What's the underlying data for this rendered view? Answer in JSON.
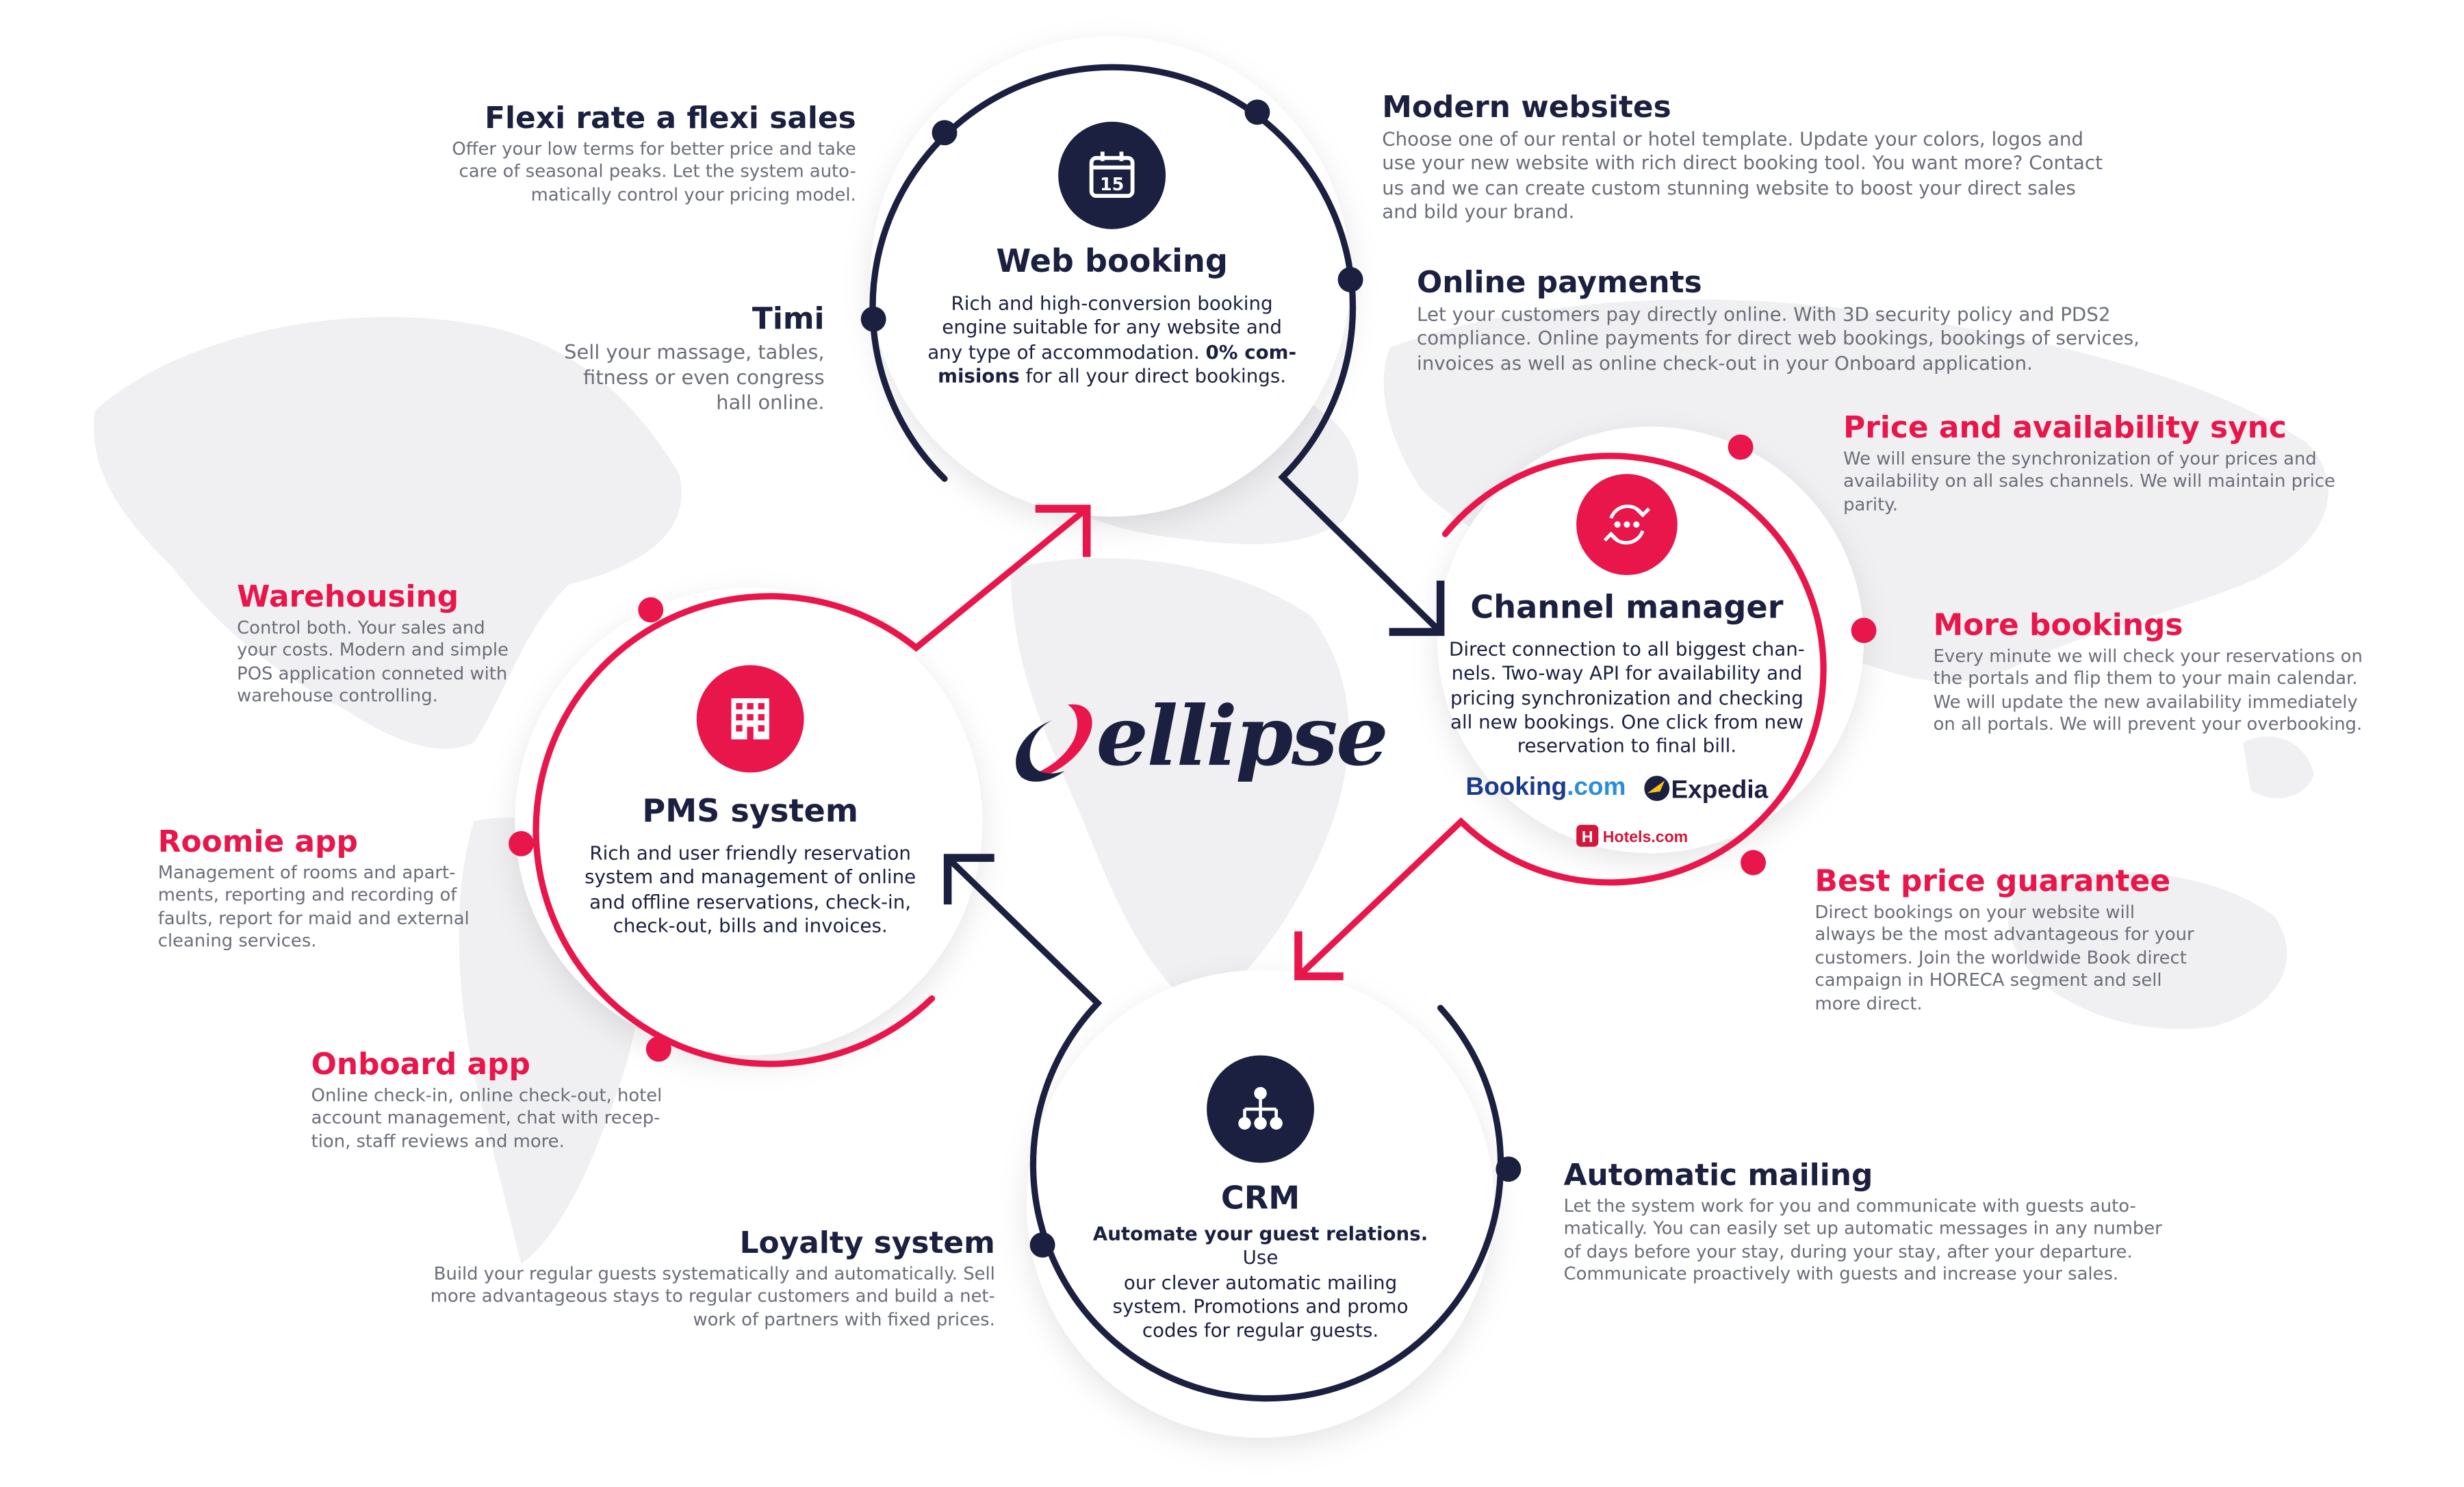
{
  "brand": {
    "name": "ellipse"
  },
  "hubs": {
    "web_booking": {
      "title": "Web booking",
      "icon": "calendar-icon",
      "calendar_day": "15",
      "desc_1": "Rich and high-conversion booking",
      "desc_2": "engine suitable for any website and",
      "desc_3a": "any type of accommodation. ",
      "desc_3b": "0% com-",
      "desc_4a": "misions",
      "desc_4b": " for all your direct bookings."
    },
    "channel_manager": {
      "title": "Channel manager",
      "icon": "sync-icon",
      "desc_1": "Direct connection to all biggest chan-",
      "desc_2": "nels. Two-way API for availability and",
      "desc_3": "pricing synchronization and checking",
      "desc_4": "all new bookings. One click from new",
      "desc_5": "reservation to final bill."
    },
    "pms": {
      "title": "PMS system",
      "icon": "hotel-building-icon",
      "desc_1": "Rich and user friendly reservation",
      "desc_2": "system and management of online",
      "desc_3": "and offline reservations, check-in,",
      "desc_4": "check-out, bills and invoices."
    },
    "crm": {
      "title": "CRM",
      "icon": "org-chart-icon",
      "desc_1a": "Automate your guest relations.",
      "desc_1b": " Use",
      "desc_2": "our clever automatic mailing",
      "desc_3": "system. Promotions and promo",
      "desc_4": "codes for regular guests."
    }
  },
  "partners": {
    "booking_a": "Booking",
    "booking_b": ".com",
    "expedia": "Expedia",
    "hotels": "Hotels.com"
  },
  "features": {
    "flexi": {
      "title": "Flexi rate a flexi sales",
      "l1": "Offer your low terms for better price and take",
      "l2": "care of seasonal peaks. Let the system auto-",
      "l3": "matically control your pricing model."
    },
    "timi": {
      "title": "Timi",
      "l1": "Sell your massage, tables,",
      "l2": "fitness or even congress",
      "l3": "hall online."
    },
    "websites": {
      "title": "Modern websites",
      "l1": "Choose one of our rental or hotel template. Update your colors, logos and",
      "l2": "use your new website with rich direct booking tool. You want more? Contact",
      "l3": "us and we can create custom stunning website to boost your direct sales",
      "l4": "and bild your brand."
    },
    "payments": {
      "title": "Online payments",
      "l1": "Let your customers pay directly online. With 3D security policy and PDS2",
      "l2": "compliance. Online payments for direct web bookings, bookings of services,",
      "l3": "invoices as well as online check-out in your Onboard application."
    },
    "price_sync": {
      "title": "Price and availability sync",
      "l1": "We will ensure the synchronization of your prices and",
      "l2": "availability on all sales channels. We will maintain price",
      "l3": "parity."
    },
    "more_bookings": {
      "title": "More bookings",
      "l1": "Every minute we will check your reservations on",
      "l2": "the portals and flip them to your main calendar.",
      "l3": "We will update the new availability immediately",
      "l4": "on all portals. We will prevent your overbooking."
    },
    "best_price": {
      "title": "Best price guarantee",
      "l1": "Direct bookings on your website will",
      "l2": "always be the most advantageous for your",
      "l3": "customers. Join the worldwide Book direct",
      "l4": "campaign in HORECA segment and sell",
      "l5": "more direct."
    },
    "warehousing": {
      "title": "Warehousing",
      "l1": "Control both. Your sales and",
      "l2": "your costs. Modern and simple",
      "l3": "POS application conneted with",
      "l4": "warehouse controlling."
    },
    "roomie": {
      "title": "Roomie app",
      "l1": "Management of rooms and apart-",
      "l2": "ments, reporting and recording of",
      "l3": "faults, report for maid and external",
      "l4": "cleaning services."
    },
    "onboard": {
      "title": "Onboard app",
      "l1": "Online check-in, online check-out, hotel",
      "l2": "account management, chat with recep-",
      "l3": "tion, staff reviews and more."
    },
    "loyalty": {
      "title": "Loyalty system",
      "l1": "Build your regular guests systematically and automatically. Sell",
      "l2": "more advantageous stays to regular customers and build a net-",
      "l3": "work of partners with fixed prices."
    },
    "mailing": {
      "title": "Automatic mailing",
      "l1": "Let the system work for you and communicate with guests auto-",
      "l2": "matically. You can easily set up automatic messages in any number",
      "l3": "of days before your stay, during your stay, after your departure.",
      "l4": "Communicate proactively with guests and increase your sales."
    }
  },
  "colors": {
    "navy": "#1b2040",
    "red": "#e8164a",
    "map": "#f1f1f3"
  }
}
